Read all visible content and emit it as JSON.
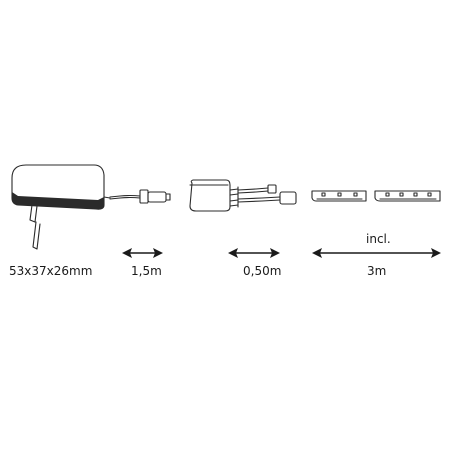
{
  "labels": {
    "adapter_dimensions": "53x37x26mm",
    "cable_length": "1,5m",
    "controller_cable_length": "0,50m",
    "strip_length": "3m",
    "strip_note": "incl."
  },
  "colors": {
    "stroke": "#2b2b2b",
    "adapter_band": "#2b2b2b"
  },
  "icons": {
    "adapter": "power-adapter-icon",
    "plug": "dc-plug-icon",
    "controller": "controller-box-icon",
    "strip_1": "led-strip-icon",
    "strip_2": "led-strip-icon"
  }
}
